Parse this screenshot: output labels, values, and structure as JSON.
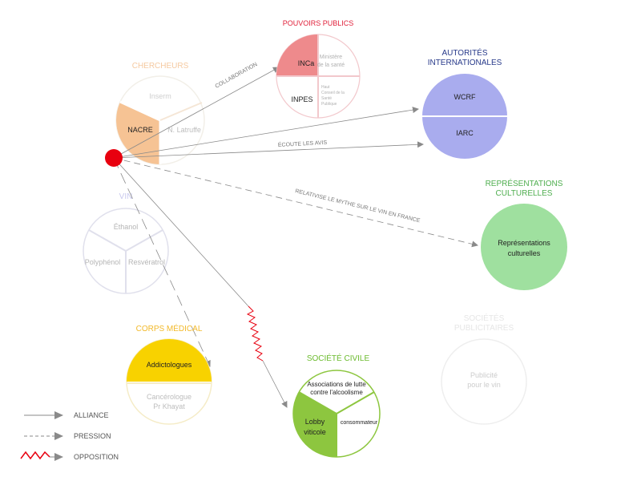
{
  "colors": {
    "public": "#e0203a",
    "inca": "#ee8a8c",
    "international": "#283a8a",
    "wcrf": "#a9acee",
    "culture_title": "#4fae4f",
    "culture_fill": "#9fe09f",
    "medical": "#f2b92a",
    "addicto": "#f8d200",
    "civil": "#6cbb2e",
    "lobby": "#8dc63f",
    "researchers": "#f5c9a0",
    "nacre": "#f6c394",
    "wine": "#c9c9ee",
    "faded": "#c8c8c8",
    "ghost": "#e4e4e4",
    "red_node": "#e8000f",
    "arrow": "#888888",
    "opposition": "#e8000f"
  },
  "groups": {
    "public": {
      "title": "POUVOIRS PUBLICS",
      "inca": "INCa",
      "ministere": [
        "Ministère",
        "de la santé"
      ],
      "inpes": "INPES",
      "hcsp": [
        "Haut",
        "Conseil de la",
        "Santé",
        "Publique"
      ]
    },
    "international": {
      "title": [
        "AUTORITÉS",
        "INTERNATIONALES"
      ],
      "wcrf": "WCRF",
      "iarc": "IARC"
    },
    "culture": {
      "title": [
        "REPRÉSENTATIONS",
        "CULTURELLES"
      ],
      "circle": [
        "Représentations",
        "culturelles"
      ]
    },
    "advertising": {
      "title": [
        "SOCIÉTÉS",
        "PUBLICITAIRES"
      ],
      "circle": [
        "Publicité",
        "pour le vin"
      ]
    },
    "researchers": {
      "title": "CHERCHEURS",
      "inserm": "Inserm",
      "nacre": "NACRE",
      "latruffe": "N. Latruffe"
    },
    "wine": {
      "title": "VIN",
      "ethanol": "Éthanol",
      "polyphenol": "Polyphénol",
      "resveratrol": "Resvératrol"
    },
    "medical": {
      "title": "CORPS MÉDICAL",
      "addicto": "Addictologues",
      "cancer": [
        "Cancérologue",
        "Pr Khayat"
      ]
    },
    "civil": {
      "title": "SOCIÉTÉ CIVILE",
      "assoc": [
        "Associations de lutte",
        "contre l'alcoolisme"
      ],
      "lobby": [
        "Lobby",
        "viticole"
      ],
      "consumer": "consommateur"
    }
  },
  "arrows": {
    "collaboration": "COLLABORATION",
    "ecoute": "ÉCOUTE LES AVIS",
    "relativise": "RELATIVISE LE MYTHE SUR LE VIN EN FRANCE"
  },
  "legend": {
    "alliance": "ALLIANCE",
    "pression": "PRESSION",
    "opposition": "OPPOSITION"
  }
}
